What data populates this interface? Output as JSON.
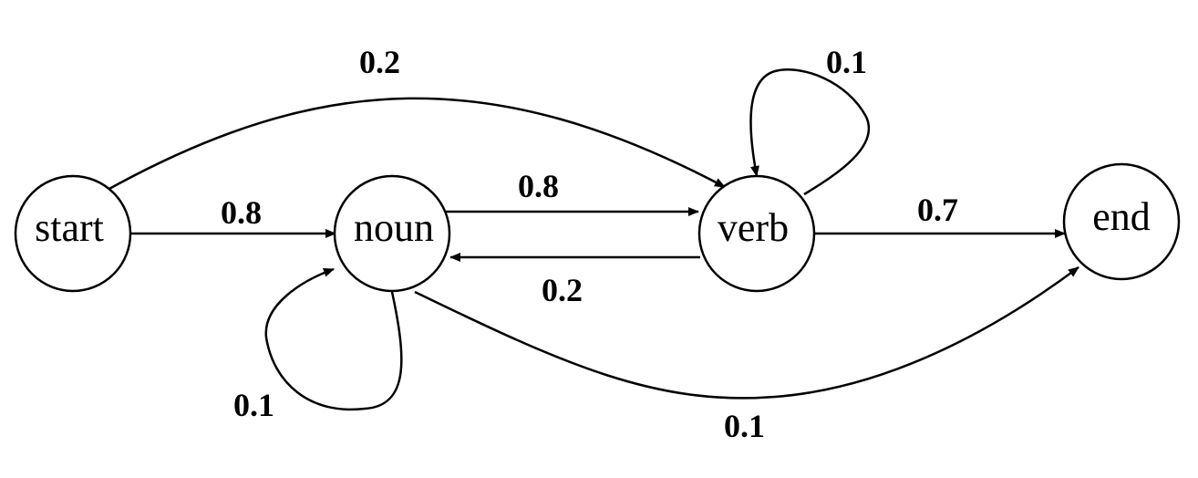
{
  "nodes": {
    "start": "start",
    "noun": "noun",
    "verb": "verb",
    "end": "end"
  },
  "edges": {
    "start_verb": "0.2",
    "start_noun": "0.8",
    "noun_verb": "0.8",
    "verb_noun": "0.2",
    "verb_end": "0.7",
    "verb_self": "0.1",
    "noun_self": "0.1",
    "noun_end": "0.1"
  },
  "colors": {
    "stroke": "#000000",
    "background": "#ffffff"
  }
}
